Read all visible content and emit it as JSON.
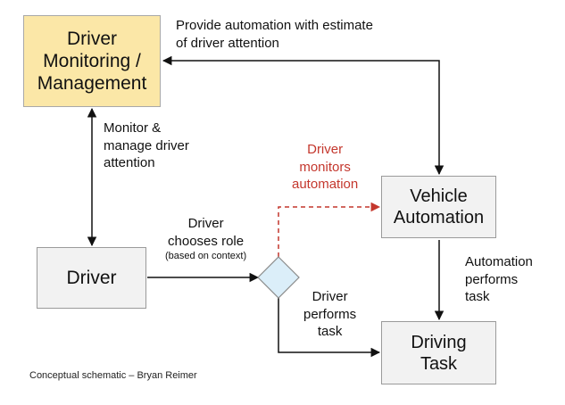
{
  "boxes": {
    "driver_monitoring": [
      "Driver",
      "Monitoring /",
      "Management"
    ],
    "vehicle_automation": [
      "Vehicle",
      "Automation"
    ],
    "driver": [
      "Driver"
    ],
    "driving_task": [
      "Driving",
      "Task"
    ]
  },
  "labels": {
    "provide": [
      "Provide automation with estimate",
      "of driver attention"
    ],
    "monitor": [
      "Monitor &",
      "manage driver",
      "attention"
    ],
    "driver_monitors": [
      "Driver",
      "monitors",
      "automation"
    ],
    "chooses_role": [
      "Driver",
      "chooses role"
    ],
    "chooses_role_note": "(based on context)",
    "driver_performs": [
      "Driver",
      "performs",
      "task"
    ],
    "automation_performs": [
      "Automation",
      "performs",
      "task"
    ]
  },
  "caption": "Conceptual schematic – Bryan Reimer",
  "colors": {
    "monitoring_fill": "#fbe7a7",
    "box_fill": "#f2f2f2",
    "decision_fill": "#dbeef9",
    "dashed_arrow": "#c4372d",
    "arrow": "#111111"
  }
}
